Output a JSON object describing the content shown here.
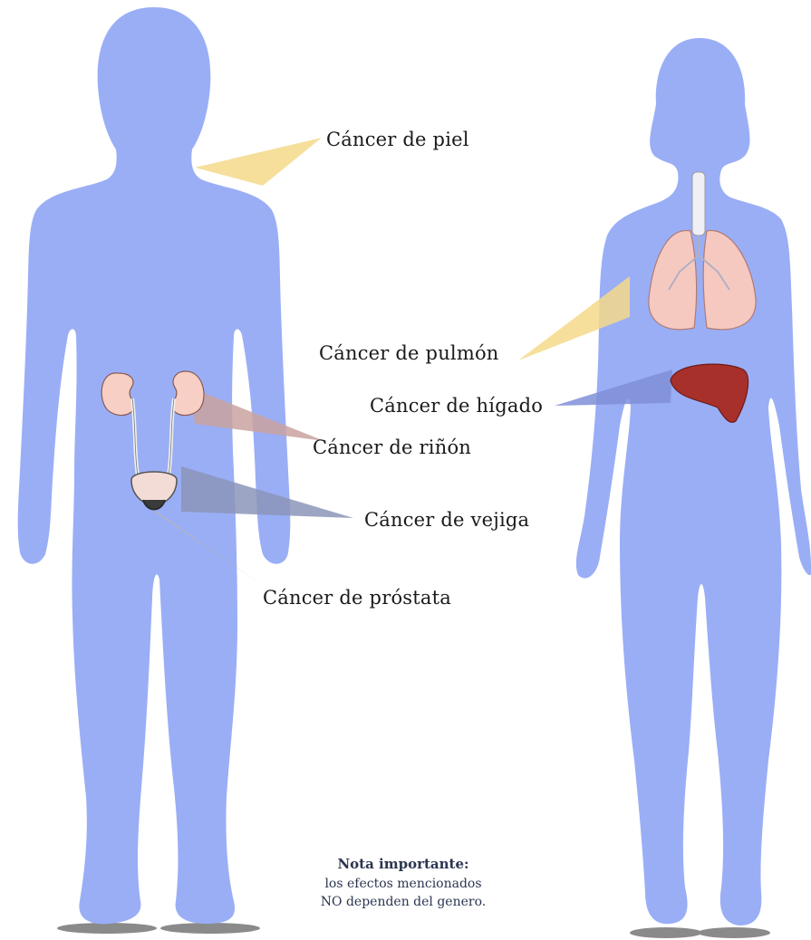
{
  "labels": {
    "skin": "Cáncer de piel",
    "lung": "Cáncer de pulmón",
    "liver": "Cáncer de hígado",
    "kidney": "Cáncer de riñón",
    "bladder": "Cáncer de vejiga",
    "prostate": "Cáncer de próstata"
  },
  "note": {
    "title": "Nota importante:",
    "line1": "los efectos mencionados",
    "line2": "NO dependen del genero."
  },
  "colors": {
    "body": "#9aaef6",
    "shadow": "#8a8a8a",
    "skin_callout": "#f4d98a",
    "lung_callout": "#f4d98a",
    "liver_callout": "#7f8fd8",
    "kidney_callout": "#c9a2a0",
    "bladder_callout": "#8b95b8",
    "prostate_callout": "#c8bb85",
    "kidney_organ": "#f7cfc4",
    "lung_organ": "#f6c9c0",
    "liver_organ": "#a8302b"
  }
}
